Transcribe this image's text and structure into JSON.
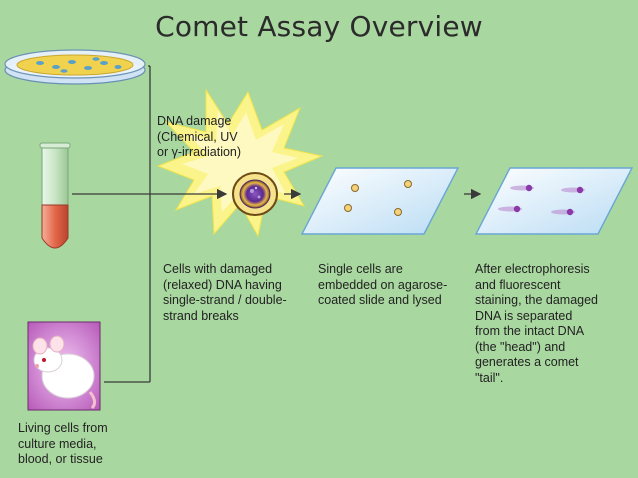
{
  "title": "Comet Assay Overview",
  "damage_label": "DNA damage\n(Chemical, UV\nor γ-irradiation)",
  "captions": {
    "source": "Living cells from\nculture media,\nblood, or tissue",
    "damaged_cell": "Cells with damaged\n(relaxed)  DNA having\nsingle-strand / double-\nstrand breaks",
    "slide": "Single cells are\nembedded on agarose-\ncoated slide and lysed",
    "comet": "After electrophoresis\nand fluorescent\nstaining, the damaged\nDNA is separated\nfrom the intact DNA\n(the \"head\") and\ngenerates a comet\n\"tail\"."
  },
  "colors": {
    "background": "#a9d7a0",
    "burst": "#fbf48a",
    "slide": "#dcefff",
    "comet": "#8b39a8",
    "tube_liquid": "#e06c4e",
    "arrow": "#3a3a3a"
  },
  "icons": [
    "petri-dish-icon",
    "test-tube-icon",
    "mouse-photo",
    "damage-burst",
    "cell-icon",
    "slide-icon",
    "comet-slide-icon"
  ]
}
